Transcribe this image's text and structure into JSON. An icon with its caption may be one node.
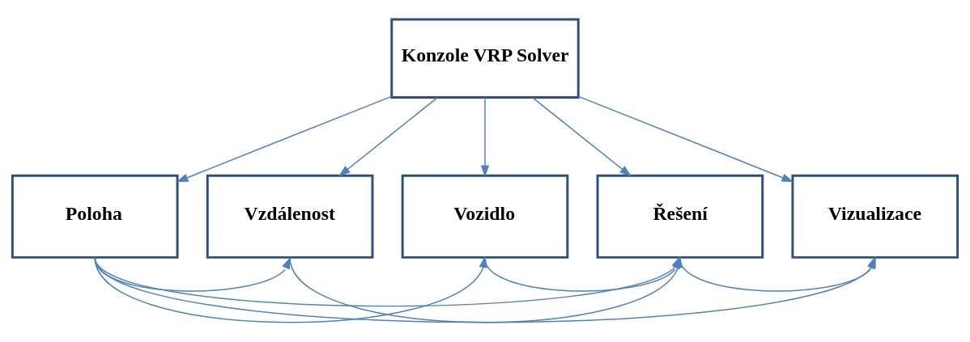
{
  "diagram": {
    "nodes": [
      {
        "text": [
          "Konzole VRP Solver"
        ]
      },
      {
        "text": [
          "Poloha"
        ]
      },
      {
        "text": [
          "Vzdálenost"
        ]
      },
      {
        "text": [
          "Vozidlo"
        ]
      },
      {
        "text": [
          "Řešení"
        ]
      },
      {
        "text": [
          "Vizualizace"
        ]
      }
    ],
    "edges": [
      {
        "from": 0,
        "to": 1,
        "arrow": "to"
      },
      {
        "from": 0,
        "to": 2,
        "arrow": "to"
      },
      {
        "from": 0,
        "to": 3,
        "arrow": "to"
      },
      {
        "from": 0,
        "to": 4,
        "arrow": "to"
      },
      {
        "from": 0,
        "to": 5,
        "arrow": "to"
      },
      {
        "from": 1,
        "to": 2,
        "arrow": "to"
      },
      {
        "from": 1,
        "to": 3,
        "arrow": "to"
      },
      {
        "from": 2,
        "to": 4,
        "arrow": "to"
      },
      {
        "from": 3,
        "to": 4,
        "arrow": "to"
      },
      {
        "from": 1,
        "to": 4,
        "arrow": "to"
      },
      {
        "from": 4,
        "to": 5,
        "arrow": "to"
      },
      {
        "from": 1,
        "to": 5,
        "arrow": "to"
      }
    ]
  }
}
